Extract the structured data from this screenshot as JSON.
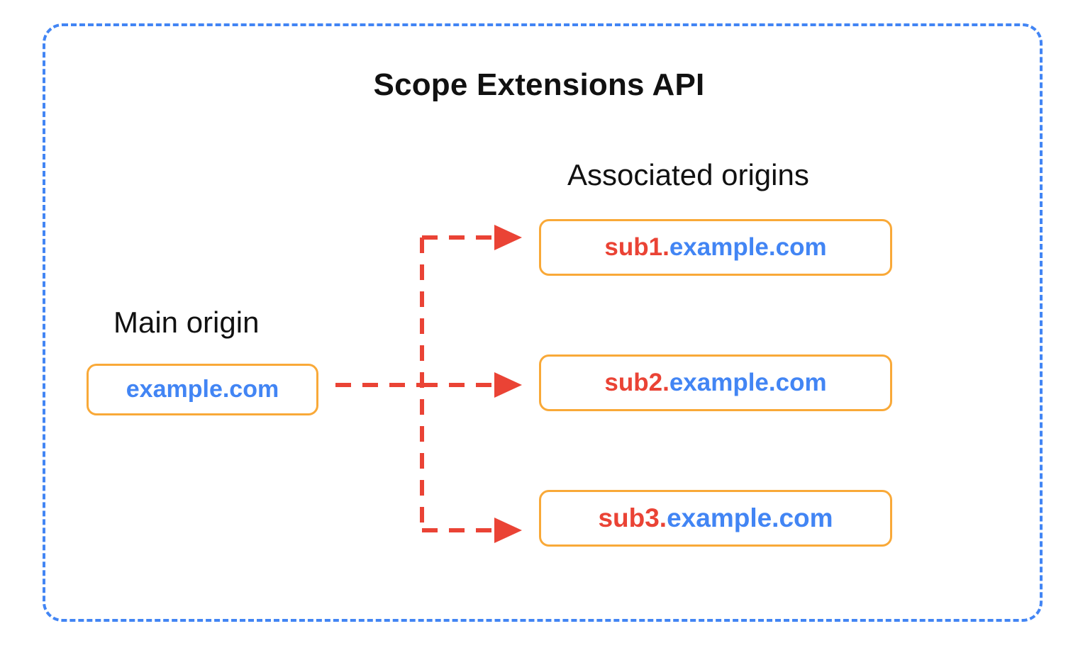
{
  "diagram": {
    "title": "Scope Extensions API",
    "frame": {
      "style": "dashed",
      "color": "#4285F4"
    },
    "main_origin": {
      "heading": "Main origin",
      "box": {
        "text": "example.com",
        "text_color": "#4285F4",
        "border_color": "#F9A938"
      }
    },
    "associated_origins": {
      "heading": "Associated origins",
      "boxes": [
        {
          "subdomain": "sub1.",
          "domain": "example.com",
          "subdomain_color": "#EA4335",
          "domain_color": "#4285F4",
          "border_color": "#F9A938"
        },
        {
          "subdomain": "sub2.",
          "domain": "example.com",
          "subdomain_color": "#EA4335",
          "domain_color": "#4285F4",
          "border_color": "#F9A938"
        },
        {
          "subdomain": "sub3.",
          "domain": "example.com",
          "subdomain_color": "#EA4335",
          "domain_color": "#4285F4",
          "border_color": "#F9A938"
        }
      ]
    },
    "connectors": {
      "style": "dashed",
      "color": "#EA4335",
      "count": 3,
      "direction": "main-origin-to-associated-origins"
    }
  }
}
